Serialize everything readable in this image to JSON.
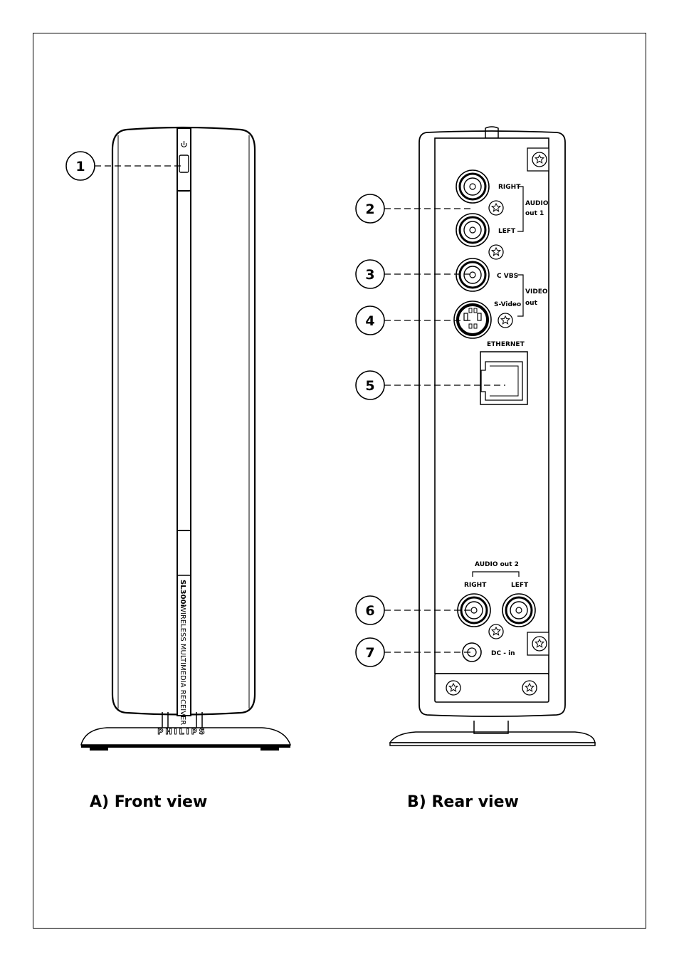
{
  "front_view": {
    "caption": "A) Front view",
    "callout_1": "1",
    "side_label_model": "SL300i",
    "side_label_name": "WIRELESS MULTIMEDIA RECEIVER",
    "brand": "PHILIPS"
  },
  "rear_view": {
    "caption": "B) Rear view",
    "callouts": [
      "2",
      "3",
      "4",
      "5",
      "6",
      "7"
    ],
    "labels": {
      "right_1": "RIGHT",
      "left_1": "LEFT",
      "audio_1_line1": "AUDIO",
      "audio_1_line2": "out 1",
      "cvbs": "C VBS",
      "svideo": "S-Video",
      "video_line1": "VIDEO",
      "video_line2": "out",
      "ethernet": "ETHERNET",
      "audio_out_2": "AUDIO out 2",
      "right_2": "RIGHT",
      "left_2": "LEFT",
      "dc_in": "DC - in"
    }
  }
}
